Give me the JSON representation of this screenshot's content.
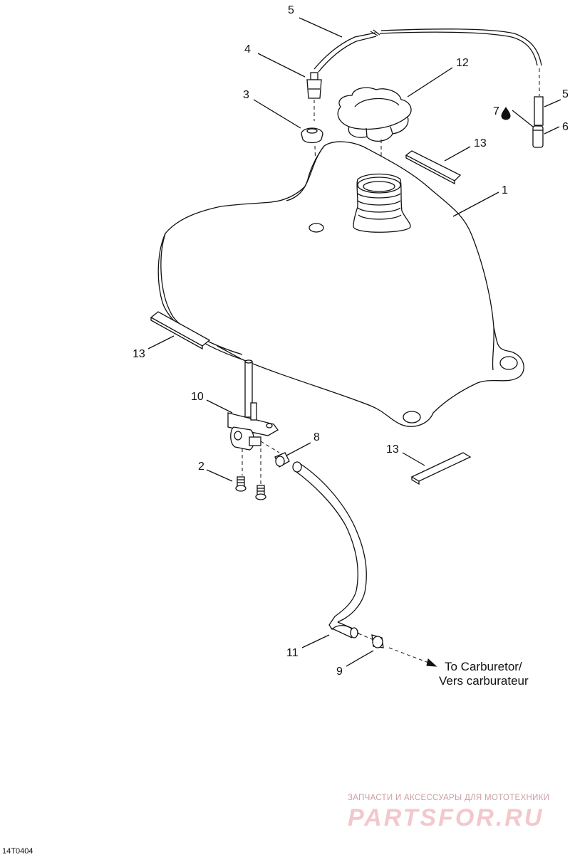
{
  "callouts": {
    "c5a": "5",
    "c4": "4",
    "c12": "12",
    "c3": "3",
    "c5b": "5",
    "c7": "7",
    "c6": "6",
    "c13a": "13",
    "c1": "1",
    "c13b": "13",
    "c10": "10",
    "c8": "8",
    "c13c": "13",
    "c2": "2",
    "c11": "11",
    "c9": "9"
  },
  "destination": {
    "line1": "To Carburetor/",
    "line2": "Vers carburateur"
  },
  "figure_id": "14T0404",
  "watermark": {
    "tagline": "ЗАПЧАСТИ И АКСЕССУАРЫ ДЛЯ МОТОТЕХНИКИ",
    "logo": "PARTSFOR.RU"
  },
  "colors": {
    "line": "#111111",
    "watermark": "#f2c8cc"
  }
}
